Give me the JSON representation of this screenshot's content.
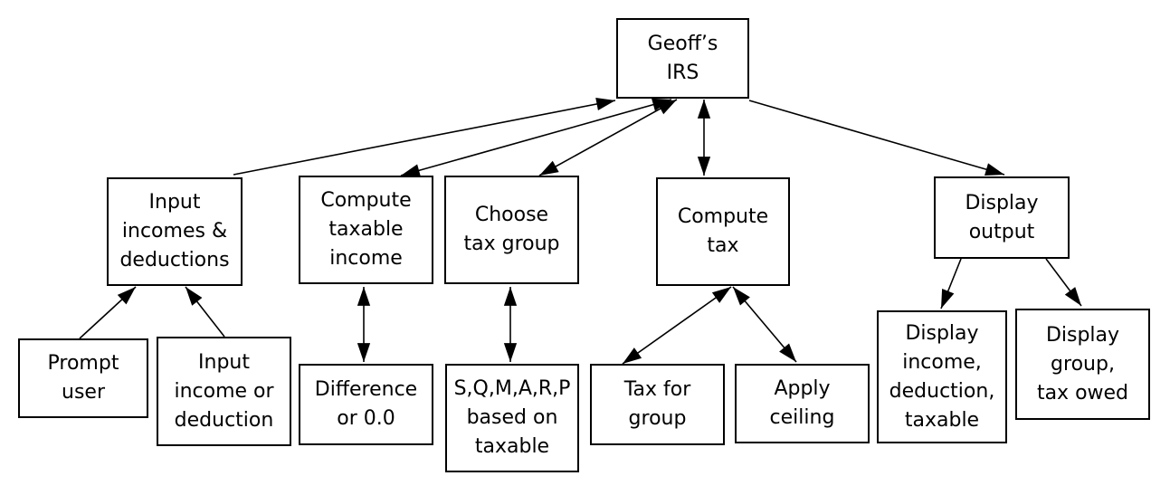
{
  "nodes": {
    "root": [
      "Geoff’s",
      "IRS"
    ],
    "input": [
      "Input",
      "incomes &",
      "deductions"
    ],
    "compute_taxable": [
      "Compute",
      "taxable",
      "income"
    ],
    "choose_group": [
      "Choose",
      "tax group"
    ],
    "compute_tax": [
      "Compute",
      "tax"
    ],
    "display_output": [
      "Display",
      "output"
    ],
    "prompt_user": [
      "Prompt",
      "user"
    ],
    "input_income": [
      "Input",
      "income or",
      "deduction"
    ],
    "difference": [
      "Difference",
      "or 0.0"
    ],
    "sqmarp": [
      "S,Q,M,A,R,P",
      "based on",
      "taxable"
    ],
    "tax_for_group": [
      "Tax for",
      "group"
    ],
    "apply_ceiling": [
      "Apply",
      "ceiling"
    ],
    "display_income": [
      "Display",
      "income,",
      "deduction,",
      "taxable"
    ],
    "display_group": [
      "Display",
      "group,",
      "tax owed"
    ]
  },
  "edges": [
    {
      "from": "input",
      "to": "root",
      "direction": "forward"
    },
    {
      "from": "root",
      "to": "compute_taxable",
      "direction": "both"
    },
    {
      "from": "root",
      "to": "choose_group",
      "direction": "both"
    },
    {
      "from": "root",
      "to": "compute_tax",
      "direction": "both"
    },
    {
      "from": "root",
      "to": "display_output",
      "direction": "forward"
    },
    {
      "from": "prompt_user",
      "to": "input",
      "direction": "forward"
    },
    {
      "from": "input_income",
      "to": "input",
      "direction": "forward"
    },
    {
      "from": "compute_taxable",
      "to": "difference",
      "direction": "both"
    },
    {
      "from": "choose_group",
      "to": "sqmarp",
      "direction": "both"
    },
    {
      "from": "compute_tax",
      "to": "tax_for_group",
      "direction": "both"
    },
    {
      "from": "compute_tax",
      "to": "apply_ceiling",
      "direction": "both"
    },
    {
      "from": "display_output",
      "to": "display_income",
      "direction": "forward"
    },
    {
      "from": "display_output",
      "to": "display_group",
      "direction": "forward"
    }
  ]
}
